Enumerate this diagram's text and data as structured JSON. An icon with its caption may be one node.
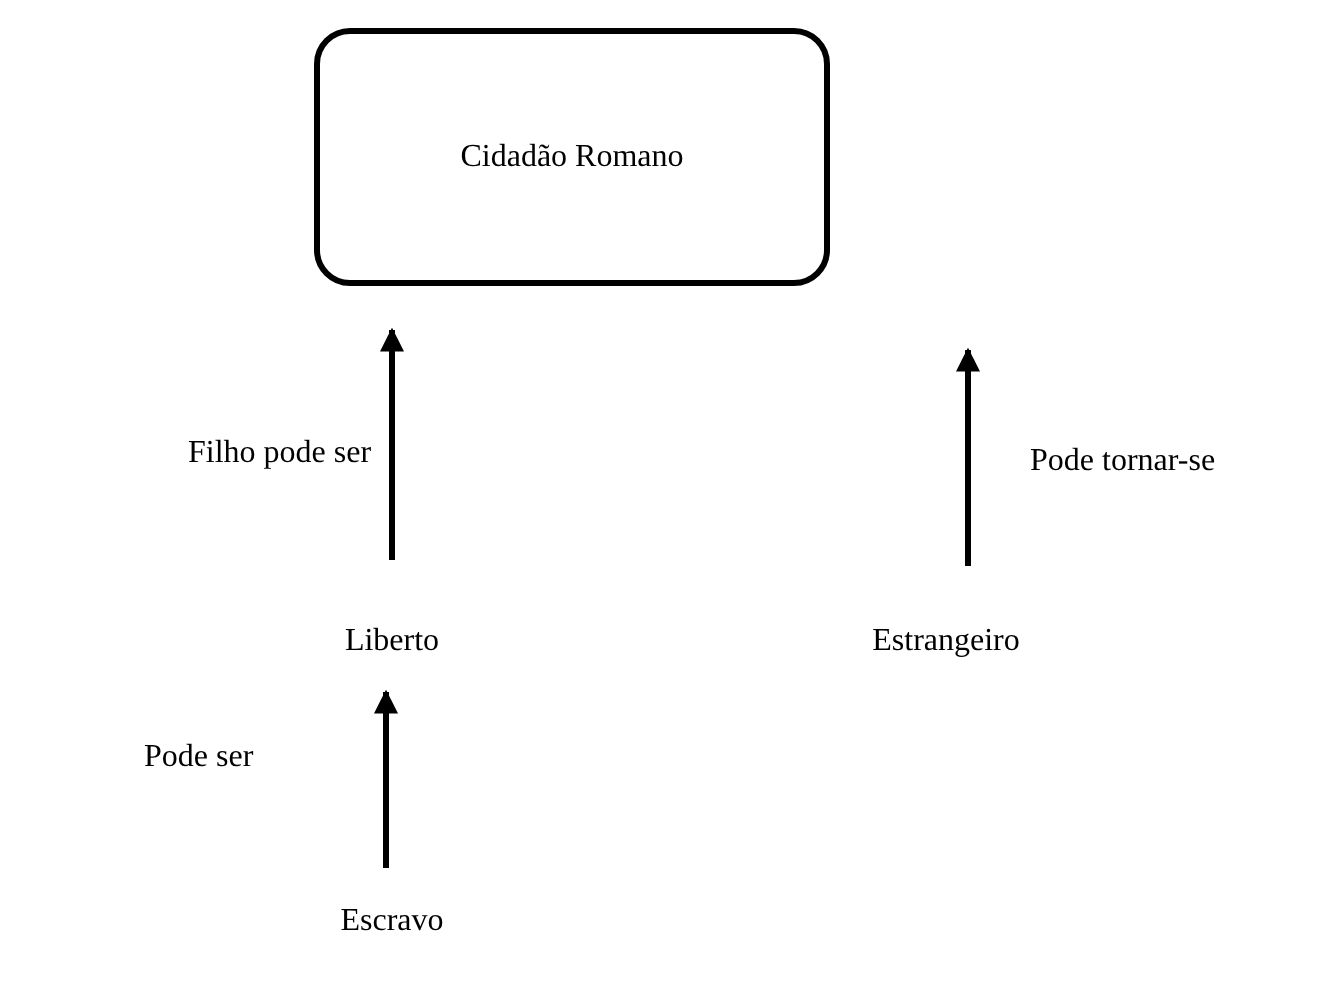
{
  "diagram": {
    "nodes": [
      {
        "text": [
          "Cidadão Romano"
        ]
      },
      {
        "text": [
          "Liberto"
        ]
      },
      {
        "text": [
          "Estrangeiro"
        ]
      },
      {
        "text": [
          "Escravo"
        ]
      }
    ],
    "edges": [
      {
        "from": 1,
        "to": 0,
        "arrow": "to",
        "label": "Filho pode ser"
      },
      {
        "from": 2,
        "to": 0,
        "arrow": "to",
        "label": "Pode tornar-se"
      },
      {
        "from": 3,
        "to": 1,
        "arrow": "to",
        "label": "Pode ser"
      }
    ]
  }
}
